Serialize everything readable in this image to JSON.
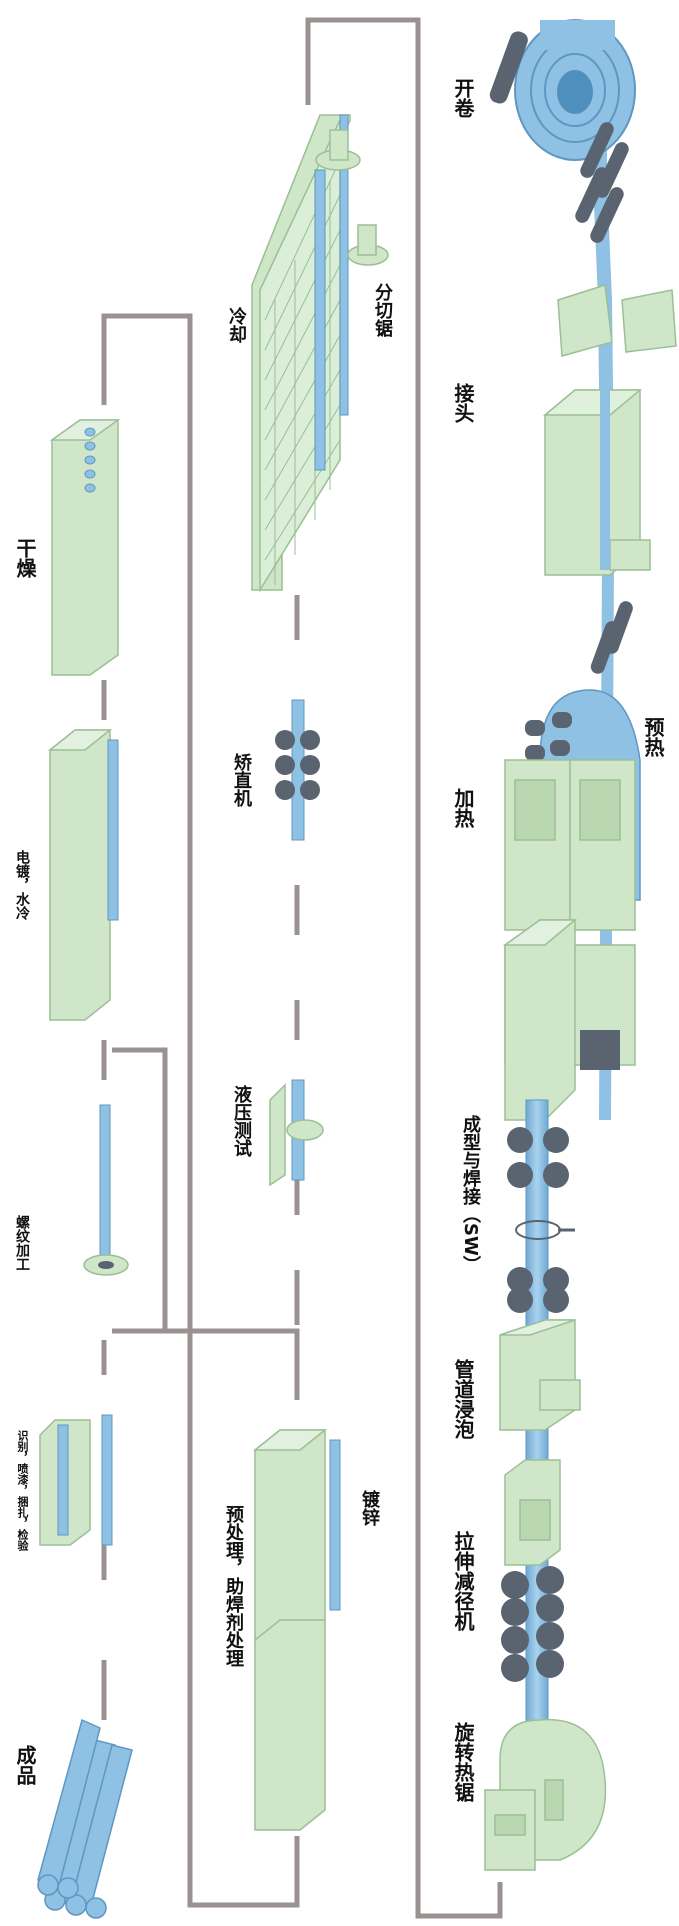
{
  "colors": {
    "machine_fill": "#cfe6c9",
    "machine_stroke": "#9bbf95",
    "pipe": "#8ec1e3",
    "pipe_stroke": "#5e97c2",
    "roller": "#5a6470",
    "flow_line": "#9a9191",
    "label": "#111111"
  },
  "labels": {
    "unwind": "开卷",
    "joint": "接头",
    "preheat": "预热",
    "heating": "加热",
    "forming": "成型与焊接（SW）",
    "pipe_soak": "管道浸泡",
    "stretch": "拉伸减径机",
    "rotary_saw": "旋转热锯",
    "cutting_saw": "分切锯",
    "cooling": "冷却",
    "straightener": "矫直机",
    "hydro_test": "液压测试",
    "galvanizing": "镀锌",
    "pretreatment": "预处理，助焊剂处理",
    "drying": "干燥",
    "electroplating": "电镀，水冷",
    "threading": "螺纹加工",
    "marking": "识别，喷漆，捆扎，检验",
    "finished": "成品"
  }
}
